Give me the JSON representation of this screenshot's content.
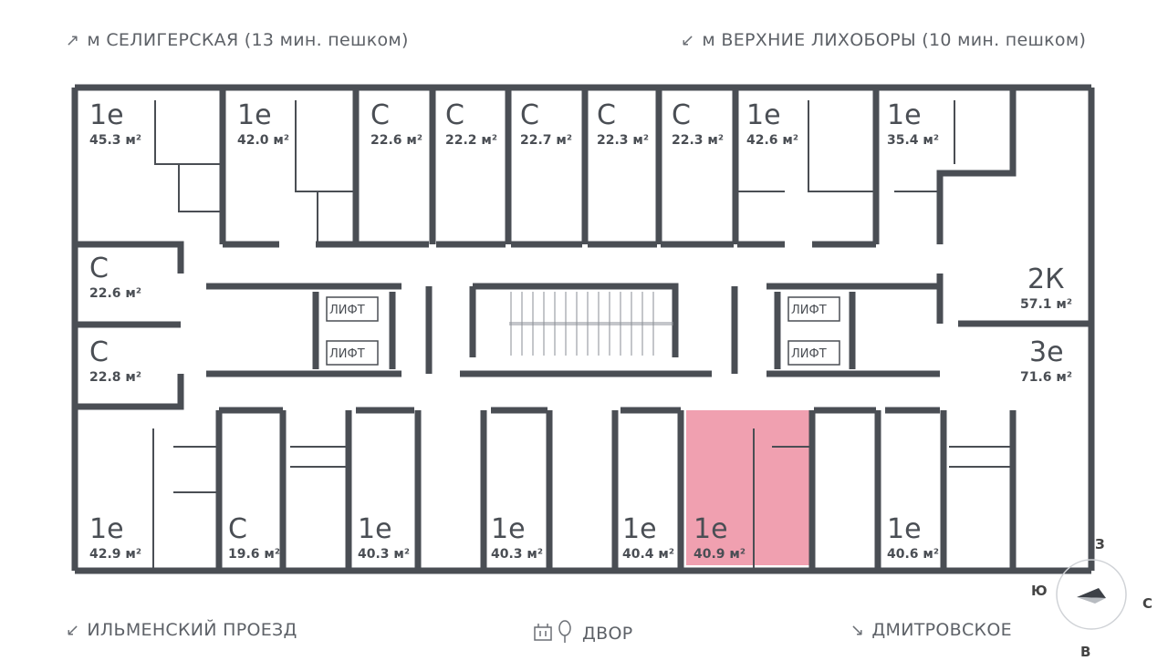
{
  "directions": {
    "top_left": {
      "arrow": "↗",
      "text": "м СЕЛИГЕРСКАЯ (13 мин. пешком)"
    },
    "top_right": {
      "arrow": "↙",
      "text": "м ВЕРХНИЕ ЛИХОБОРЫ (10 мин. пешком)"
    },
    "bottom_left": {
      "arrow": "↙",
      "text": "ИЛЬМЕНСКИЙ ПРОЕЗД"
    },
    "bottom_center": {
      "text": "ДВОР"
    },
    "bottom_right": {
      "arrow": "↘",
      "text": "ДМИТРОВСКОЕ"
    }
  },
  "units": {
    "top": [
      {
        "type": "1е",
        "area": "45.3 м²"
      },
      {
        "type": "1е",
        "area": "42.0 м²"
      },
      {
        "type": "С",
        "area": "22.6 м²"
      },
      {
        "type": "С",
        "area": "22.2 м²"
      },
      {
        "type": "С",
        "area": "22.7 м²"
      },
      {
        "type": "С",
        "area": "22.3 м²"
      },
      {
        "type": "С",
        "area": "22.3 м²"
      },
      {
        "type": "1е",
        "area": "42.6 м²"
      },
      {
        "type": "1е",
        "area": "35.4 м²"
      }
    ],
    "left": [
      {
        "type": "С",
        "area": "22.6 м²"
      },
      {
        "type": "С",
        "area": "22.8 м²"
      }
    ],
    "right": [
      {
        "type": "2К",
        "area": "57.1 м²"
      },
      {
        "type": "3е",
        "area": "71.6 м²"
      }
    ],
    "bottom": [
      {
        "type": "1е",
        "area": "42.9 м²"
      },
      {
        "type": "С",
        "area": "19.6 м²"
      },
      {
        "type": "1е",
        "area": "40.3 м²"
      },
      {
        "type": "1е",
        "area": "40.3 м²"
      },
      {
        "type": "1е",
        "area": "40.4 м²"
      },
      {
        "type": "1е",
        "area": "40.9 м²"
      },
      {
        "type": "1е",
        "area": "40.6 м²"
      }
    ]
  },
  "lifts": [
    "ЛИФТ",
    "ЛИФТ",
    "ЛИФТ",
    "ЛИФТ"
  ],
  "highlight_color": "#f0a0b0",
  "wall_color": "#4a4e54",
  "compass": {
    "north": "З",
    "east": "С",
    "south": "В",
    "west": "Ю"
  }
}
